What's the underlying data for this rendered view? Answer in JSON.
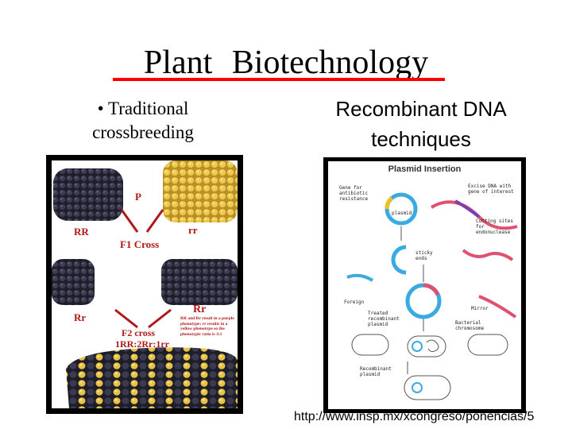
{
  "slide": {
    "title": "Plant Biotechnology",
    "left_bullet": "• Traditional crossbreeding",
    "right_heading": "Recombinant DNA techniques",
    "url": "http://www.insp.mx/xcongreso/ponencias/5"
  },
  "corn_figure": {
    "labels": {
      "p": "P",
      "rr_dominant": "RR",
      "rr_recessive": "rr",
      "f1": "F1 Cross",
      "rr_hetero_left": "Rr",
      "rr_hetero_right": "Rr",
      "f2": "F2 cross",
      "ratio": "1RR:2Rr:1rr",
      "note": "RR and Rr result in a purple phenotype; rr results in a yellow phenotype so the phenotypic ratio is 3:1"
    }
  },
  "plasmid_figure": {
    "title": "Plasmid Insertion",
    "labels": {
      "gene_for": "Gene for antibiotic resistance",
      "plasmid": "plasmid",
      "excise": "Excise DNA with gene of interest",
      "cutting": "Cutting sites for endonuclease",
      "sticky": "sticky ends",
      "foreign": "Foreign",
      "treated": "Treated recombinant plasmid",
      "bacterial": "Bacterial chromosome",
      "recombinant": "Recombinant plasmid",
      "mirror": "Mirror"
    }
  }
}
